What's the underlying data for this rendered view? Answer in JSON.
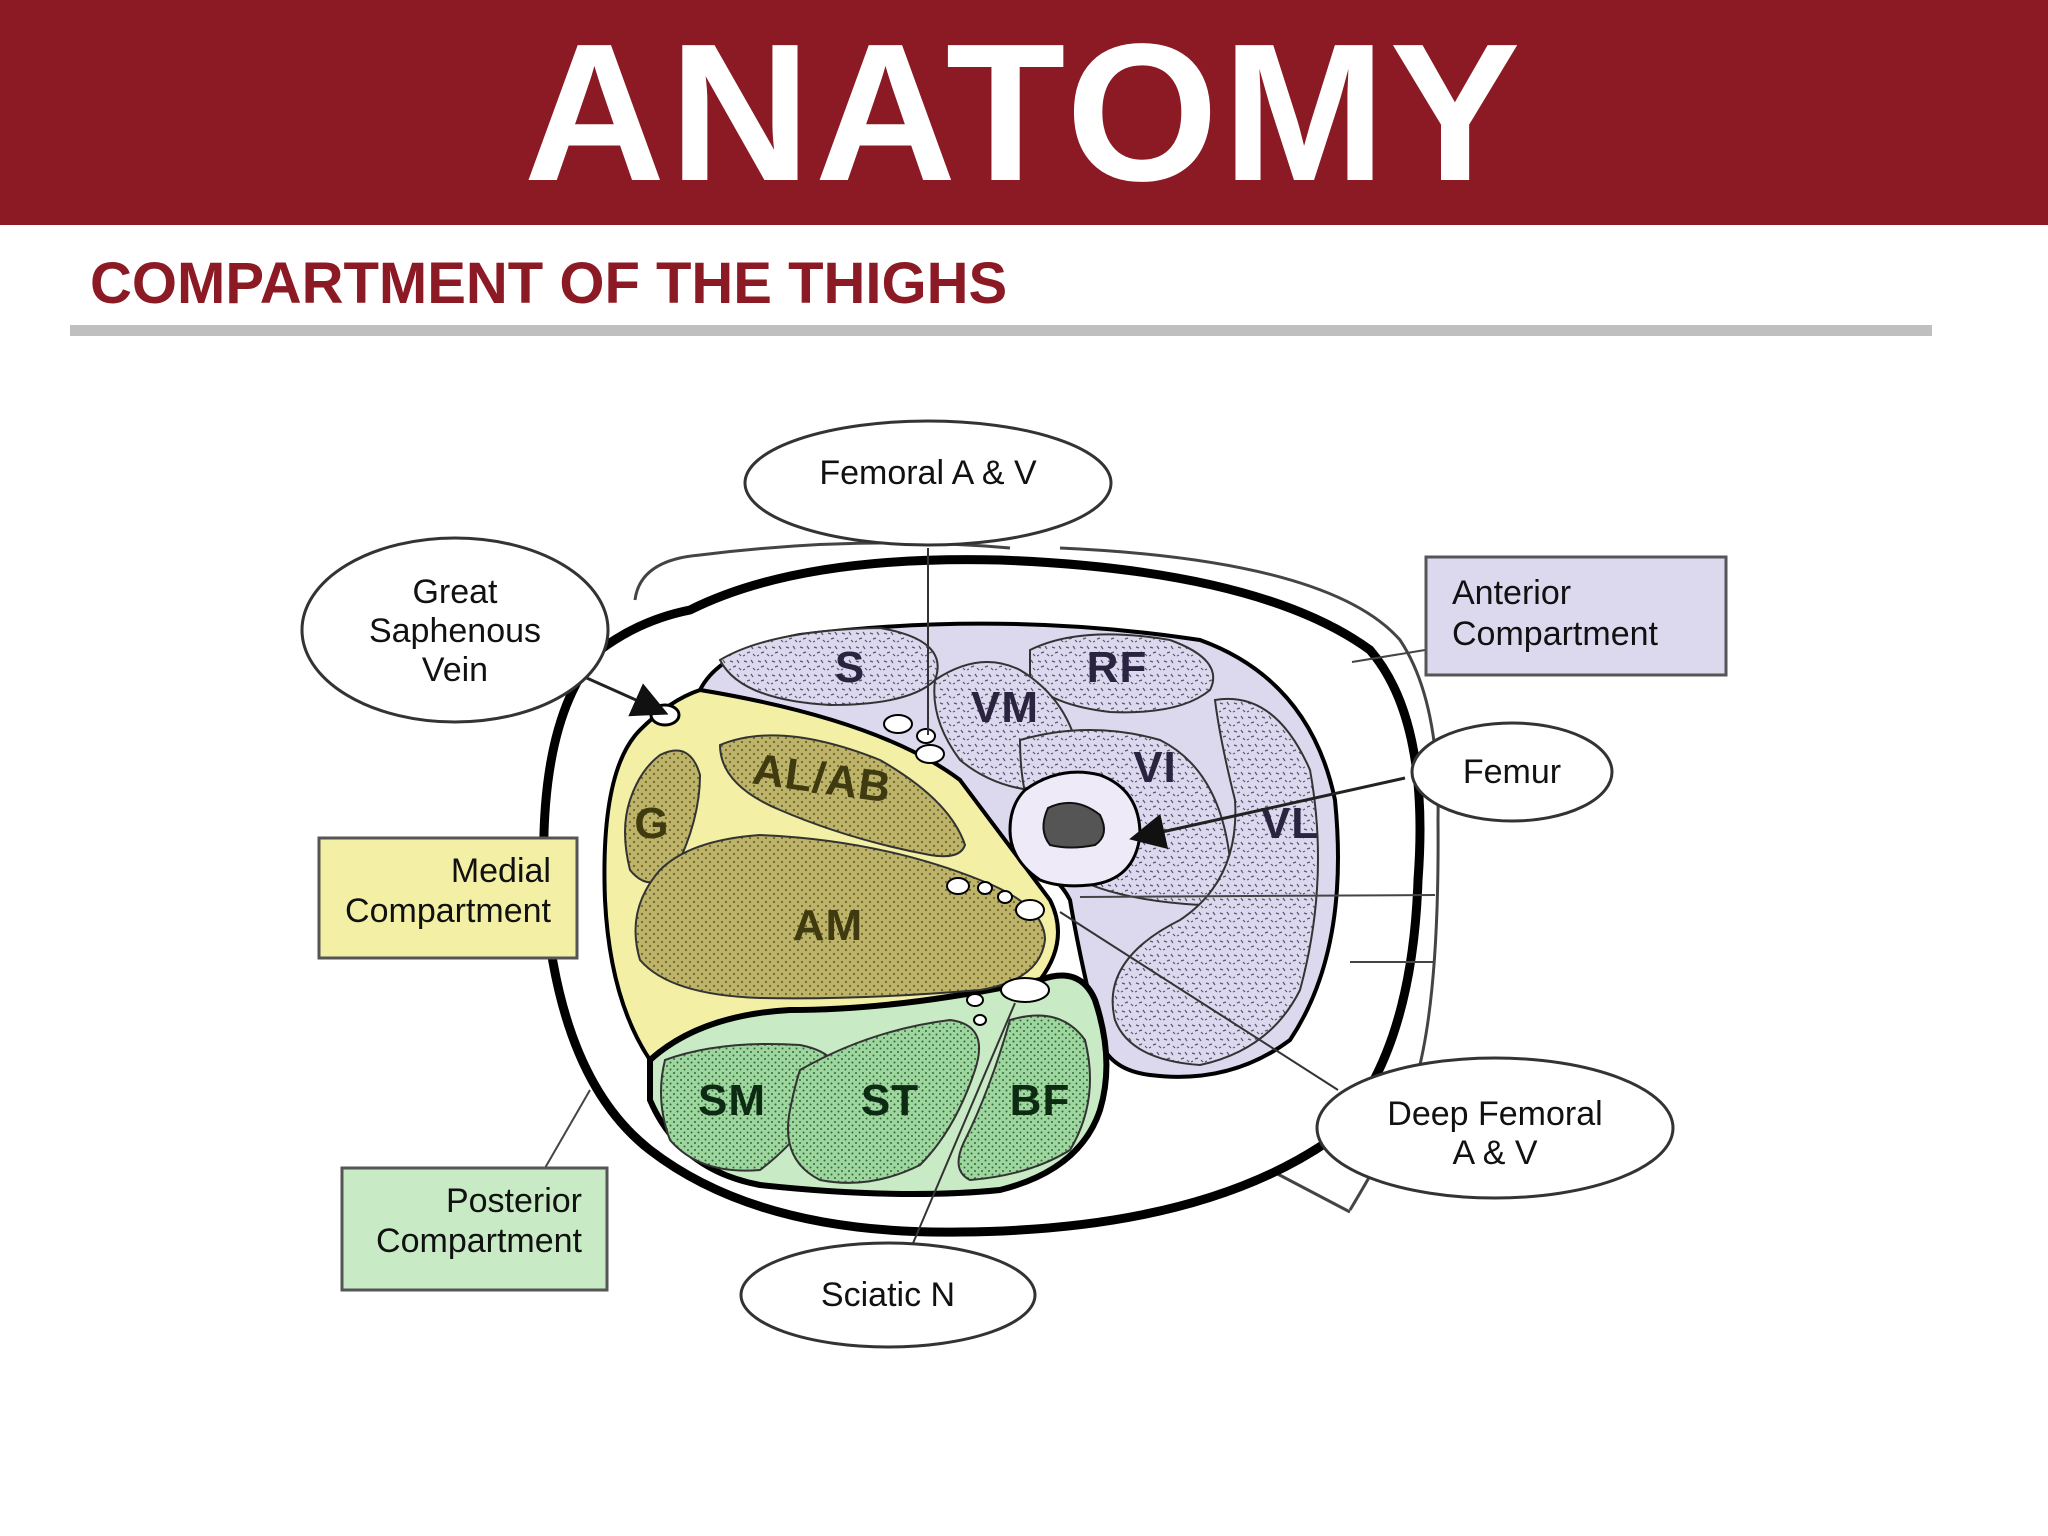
{
  "header": {
    "title": "ANATOMY",
    "subtitle": "COMPARTMENT OF THE THIGHS"
  },
  "colors": {
    "header_bg": "#8b1a24",
    "divider": "#bfbfbf",
    "anterior_fill": "#dcd8ee",
    "medial_fill": "#f3f0a6",
    "posterior_fill": "#c8eac5"
  },
  "diagram": {
    "callouts": {
      "femoral_av": "Femoral A & V",
      "great_saphenous_l1": "Great",
      "great_saphenous_l2": "Saphenous",
      "great_saphenous_l3": "Vein",
      "anterior_l1": "Anterior",
      "anterior_l2": "Compartment",
      "femur": "Femur",
      "medial_l1": "Medial",
      "medial_l2": "Compartment",
      "deep_femoral_l1": "Deep Femoral",
      "deep_femoral_l2": "A & V",
      "posterior_l1": "Posterior",
      "posterior_l2": "Compartment",
      "sciatic": "Sciatic N"
    },
    "muscles": {
      "s": "S",
      "vm": "VM",
      "rf": "RF",
      "vi": "VI",
      "vl": "VL",
      "al_ab": "AL/AB",
      "g": "G",
      "am": "AM",
      "sm": "SM",
      "st": "ST",
      "bf": "BF"
    }
  }
}
